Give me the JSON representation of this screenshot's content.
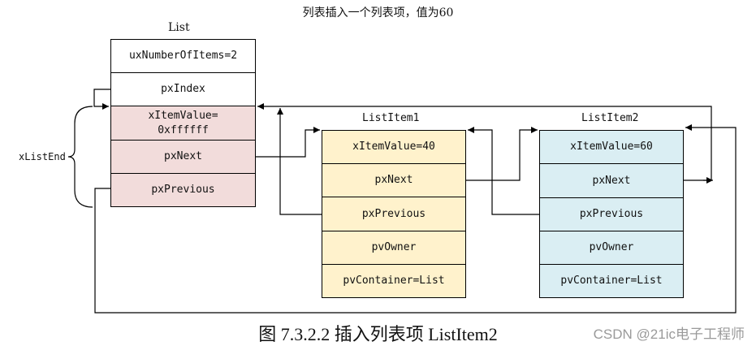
{
  "top_note": "列表插入一个列表项，值为60",
  "list": {
    "title": "List",
    "cells": [
      "uxNumberOfItems=2",
      "pxIndex",
      "xItemValue=\n0xffffff",
      "pxNext",
      "pxPrevious"
    ]
  },
  "xlistend_label": "xListEnd",
  "item1": {
    "title": "ListItem1",
    "cells": [
      "xItemValue=40",
      "pxNext",
      "pxPrevious",
      "pvOwner",
      "pvContainer=List"
    ]
  },
  "item2": {
    "title": "ListItem2",
    "cells": [
      "xItemValue=60",
      "pxNext",
      "pxPrevious",
      "pvOwner",
      "pvContainer=List"
    ]
  },
  "caption": "图 7.3.2.2  插入列表项 ListItem2",
  "watermark": "CSDN @21ic电子工程师",
  "colors": {
    "list_white": "#ffffff",
    "list_end": "#f2dcdb",
    "item1": "#fff2cc",
    "item2": "#daeef3"
  }
}
